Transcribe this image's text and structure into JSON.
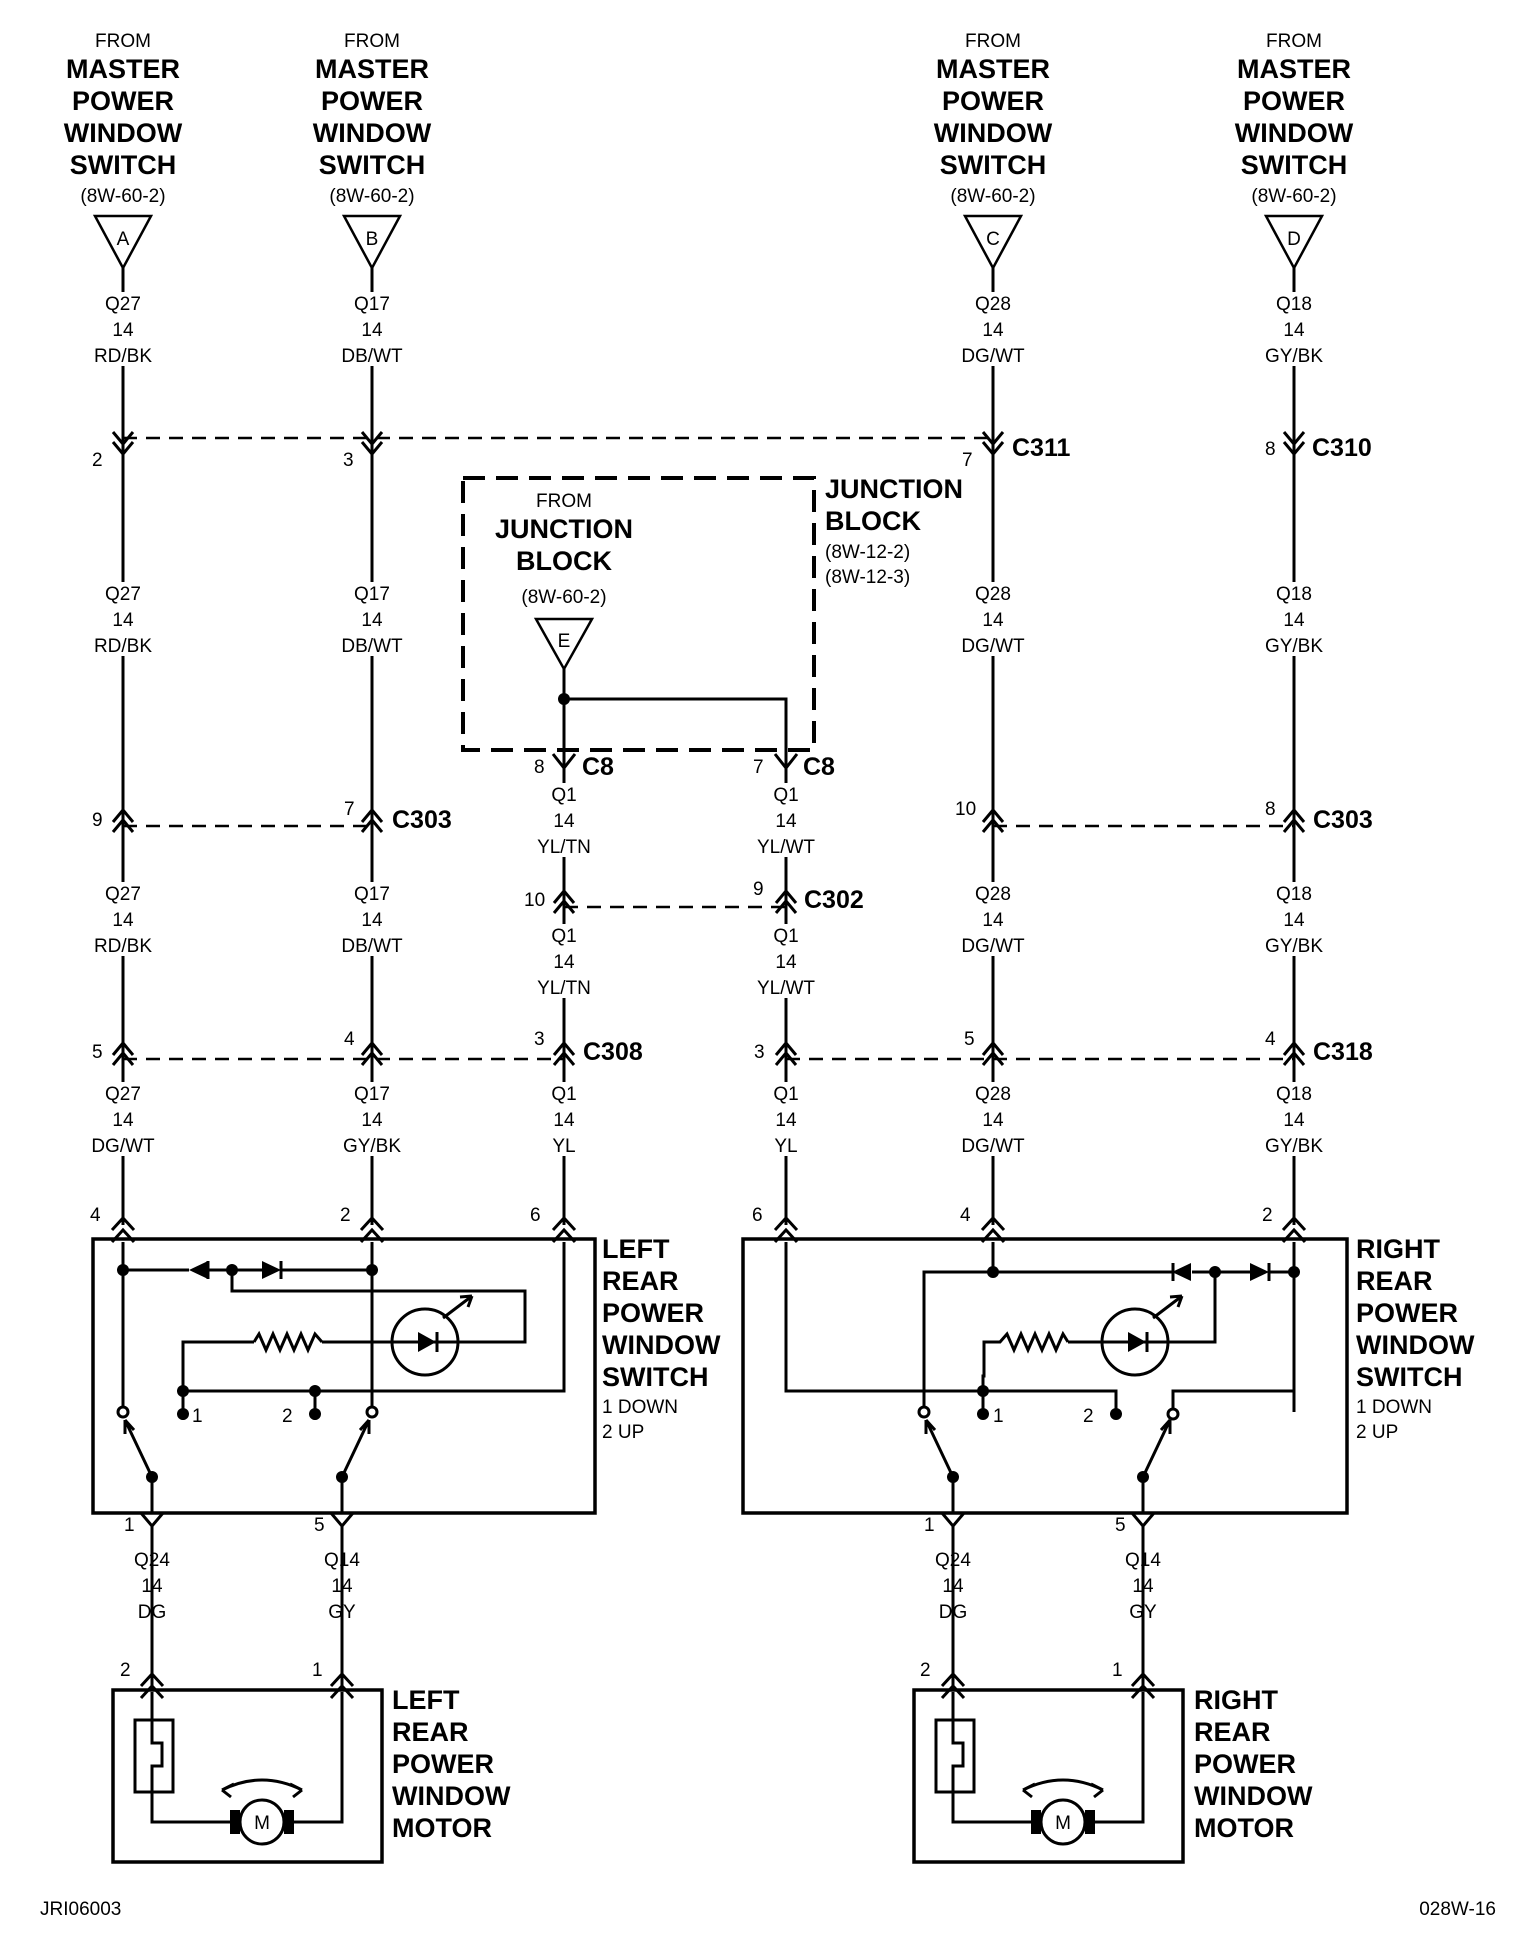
{
  "sources": [
    {
      "from": "FROM",
      "lines": [
        "MASTER",
        "POWER",
        "WINDOW",
        "SWITCH"
      ],
      "ref": "(8W-60-2)",
      "letter": "A"
    },
    {
      "from": "FROM",
      "lines": [
        "MASTER",
        "POWER",
        "WINDOW",
        "SWITCH"
      ],
      "ref": "(8W-60-2)",
      "letter": "B"
    },
    {
      "from": "FROM",
      "lines": [
        "MASTER",
        "POWER",
        "WINDOW",
        "SWITCH"
      ],
      "ref": "(8W-60-2)",
      "letter": "C"
    },
    {
      "from": "FROM",
      "lines": [
        "MASTER",
        "POWER",
        "WINDOW",
        "SWITCH"
      ],
      "ref": "(8W-60-2)",
      "letter": "D"
    }
  ],
  "junction_source": {
    "from": "FROM",
    "lines": [
      "JUNCTION",
      "BLOCK"
    ],
    "ref": "(8W-60-2)",
    "letter": "E"
  },
  "junction_block": {
    "lines": [
      "JUNCTION",
      "BLOCK"
    ],
    "refs": [
      "(8W-12-2)",
      "(8W-12-3)"
    ]
  },
  "wire_labels": [
    [
      "Q27",
      "14",
      "RD/BK"
    ],
    [
      "Q17",
      "14",
      "DB/WT"
    ],
    [
      "Q28",
      "14",
      "DG/WT"
    ],
    [
      "Q18",
      "14",
      "GY/BK"
    ],
    [
      "Q27",
      "14",
      "RD/BK"
    ],
    [
      "Q17",
      "14",
      "DB/WT"
    ],
    [
      "Q28",
      "14",
      "DG/WT"
    ],
    [
      "Q18",
      "14",
      "GY/BK"
    ],
    [
      "Q1",
      "14",
      "YL/TN"
    ],
    [
      "Q1",
      "14",
      "YL/WT"
    ],
    [
      "Q27",
      "14",
      "RD/BK"
    ],
    [
      "Q17",
      "14",
      "DB/WT"
    ],
    [
      "Q28",
      "14",
      "DG/WT"
    ],
    [
      "Q18",
      "14",
      "GY/BK"
    ],
    [
      "Q1",
      "14",
      "YL/TN"
    ],
    [
      "Q1",
      "14",
      "YL/WT"
    ],
    [
      "Q27",
      "14",
      "DG/WT"
    ],
    [
      "Q17",
      "14",
      "GY/BK"
    ],
    [
      "Q1",
      "14",
      "YL"
    ],
    [
      "Q1",
      "14",
      "YL"
    ],
    [
      "Q28",
      "14",
      "DG/WT"
    ],
    [
      "Q18",
      "14",
      "GY/BK"
    ],
    [
      "Q24",
      "14",
      "DG"
    ],
    [
      "Q14",
      "14",
      "GY"
    ],
    [
      "Q24",
      "14",
      "DG"
    ],
    [
      "Q14",
      "14",
      "GY"
    ]
  ],
  "connector_names": [
    "C311",
    "C310",
    "C8",
    "C8",
    "C303",
    "C303",
    "C302",
    "C308",
    "C318"
  ],
  "pin_numbers": [
    "2",
    "3",
    "7",
    "8",
    "8",
    "7",
    "9",
    "7",
    "10",
    "8",
    "10",
    "9",
    "5",
    "4",
    "3",
    "3",
    "5",
    "4",
    "4",
    "2",
    "6",
    "6",
    "4",
    "2",
    "1",
    "5",
    "1",
    "5",
    "2",
    "1",
    "2",
    "1"
  ],
  "switch_internal_labels": [
    "1",
    "2",
    "1",
    "2"
  ],
  "switches": [
    {
      "lines": [
        "LEFT",
        "REAR",
        "POWER",
        "WINDOW",
        "SWITCH"
      ],
      "modes": [
        "1 DOWN",
        "2 UP"
      ]
    },
    {
      "lines": [
        "RIGHT",
        "REAR",
        "POWER",
        "WINDOW",
        "SWITCH"
      ],
      "modes": [
        "1 DOWN",
        "2 UP"
      ]
    }
  ],
  "motors": [
    {
      "lines": [
        "LEFT",
        "REAR",
        "POWER",
        "WINDOW",
        "MOTOR"
      ],
      "symbol": "M"
    },
    {
      "lines": [
        "RIGHT",
        "REAR",
        "POWER",
        "WINDOW",
        "MOTOR"
      ],
      "symbol": "M"
    }
  ],
  "footer": {
    "left": "JRI06003",
    "right": "028W-16"
  }
}
